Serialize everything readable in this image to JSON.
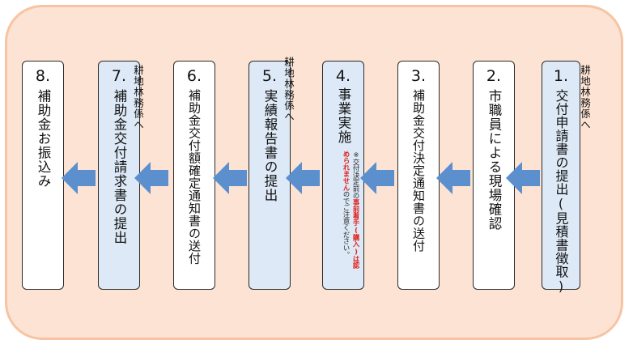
{
  "steps": [
    {
      "num": "1.",
      "label": "交付申請書の提出(見積書徴取)",
      "note": "耕地林務係へ"
    },
    {
      "num": "2.",
      "label": "市職員による現場確認"
    },
    {
      "num": "3.",
      "label": "補助金交付決定通知書の送付"
    },
    {
      "num": "4.",
      "label": "事業実施",
      "caution": {
        "col1": "※交付決定前の",
        "col1_red": "事前着手(購入)は認",
        "col2_red": "められません",
        "col2": "のでご注意ください。"
      }
    },
    {
      "num": "5.",
      "label": "実績報告書の提出",
      "note": "耕地林務係へ"
    },
    {
      "num": "6.",
      "label": "補助金交付額確定通知書の送付"
    },
    {
      "num": "7.",
      "label": "補助金交付請求書の提出",
      "note": "耕地林務係へ"
    },
    {
      "num": "8.",
      "label": "補助金お振込み"
    }
  ],
  "colors": {
    "panel_bg": "#fce3d4",
    "panel_border": "#f7c4a3",
    "blue_box": "#dde9f6",
    "arrow": "#5b8fcd",
    "caution_red": "#e0201b"
  },
  "icons": {
    "arrow": "left-arrow-icon"
  }
}
